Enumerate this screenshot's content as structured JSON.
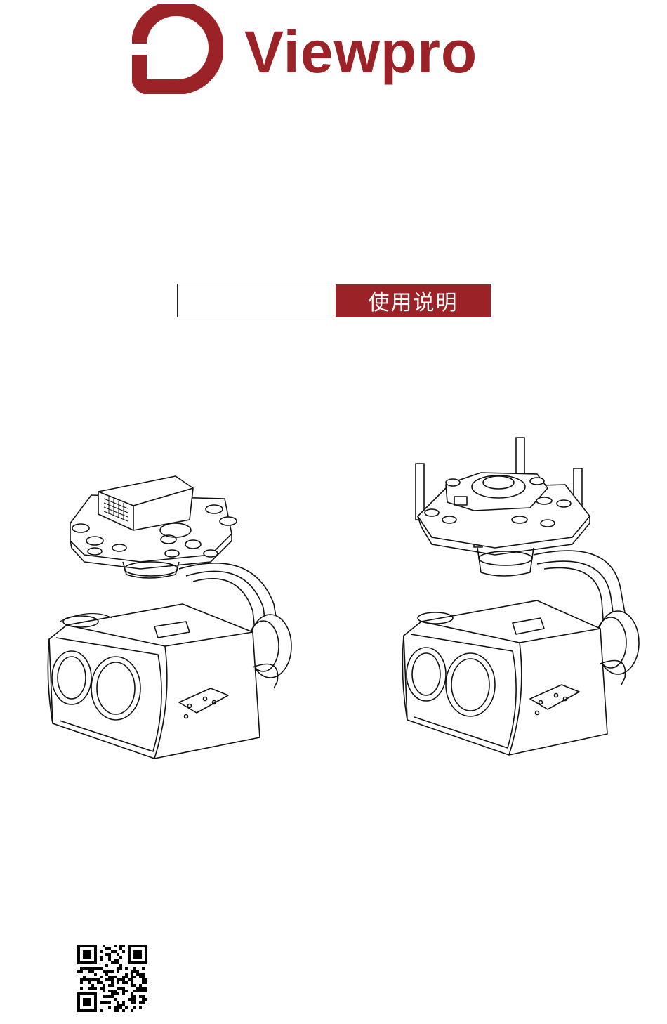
{
  "brand": {
    "name": "Viewpro",
    "color": "#9b2226",
    "logo_icon": "viewpro-p-logo-icon"
  },
  "title_bar": {
    "product_field": "",
    "label": "使用说明",
    "accent_color": "#9b2226"
  },
  "illustrations": [
    {
      "name": "gimbal-camera-with-control-box",
      "icon": "gimbal-camera-icon"
    },
    {
      "name": "gimbal-camera-with-damping-posts",
      "icon": "gimbal-camera-icon"
    }
  ],
  "footer": {
    "qr_icon": "qr-code-icon"
  }
}
